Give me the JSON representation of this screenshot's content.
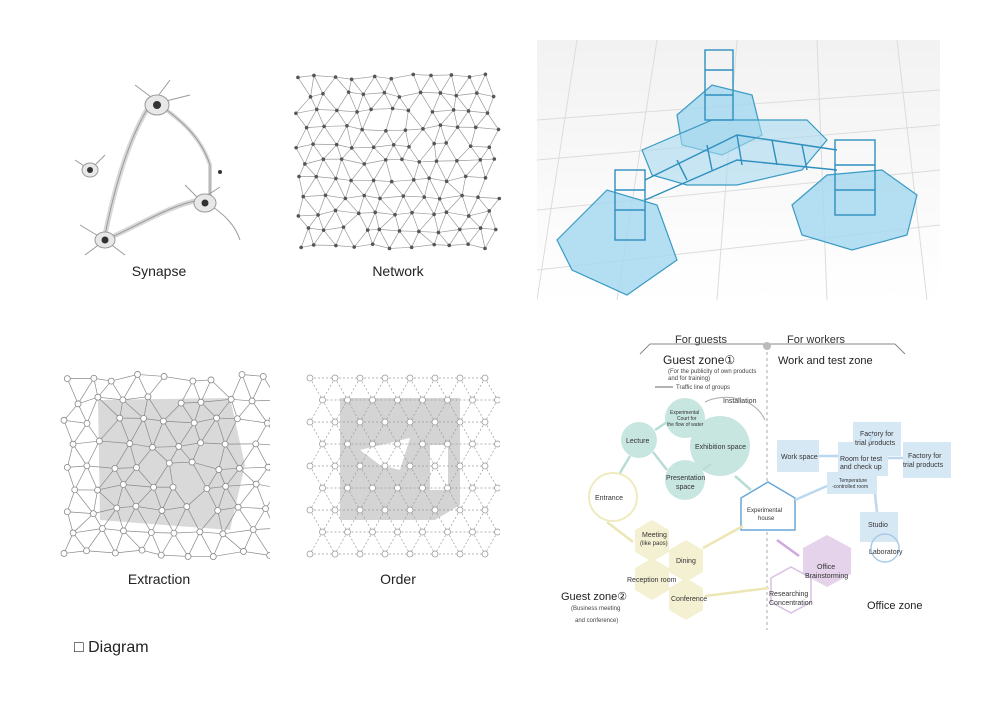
{
  "captions": {
    "synapse": "Synapse",
    "network": "Network",
    "extraction": "Extraction",
    "order": "Order"
  },
  "footer": "□ Diagram",
  "zoning": {
    "for_guests": "For guests",
    "for_workers": "For workers",
    "guest_zone_1": "Guest zone①",
    "guest_zone_1_note_1": "(For the publicity of own products",
    "guest_zone_1_note_2": "and for training)",
    "traffic_line": "Traffic line of groups",
    "work_test_zone": "Work and test zone",
    "installation": "Installation",
    "court_1": "Experimental",
    "court_2": "Court for",
    "court_3": "the flow of water",
    "lecture": "Lecture",
    "exhibition": "Exhibition space",
    "presentation_1": "Presentation",
    "presentation_2": "space",
    "entrance": "Entrance",
    "work_space": "Work space",
    "factory_top_1": "Factory for",
    "factory_top_2": "trial products",
    "room_test_1": "Room for test",
    "room_test_2": "and check up",
    "factory_right_1": "Factory for",
    "factory_right_2": "trial products",
    "temperature_1": "Temperature",
    "temperature_2": "-controlled room",
    "exp_house_1": "Experimental",
    "exp_house_2": "house",
    "studio": "Studio",
    "laboratory": "Laboratory",
    "meeting_1": "Meeting",
    "meeting_2": "(like paos)",
    "dining": "Dining",
    "reception": "Reception room",
    "conference": "Conference",
    "office_1": "Office",
    "office_2": "Brainstorming",
    "researching_1": "Researching",
    "researching_2": "Concentration",
    "guest_zone_2": "Guest zone②",
    "guest_zone_2_note_1": "(Business meeting",
    "guest_zone_2_note_2": "and conference)",
    "office_zone": "Office zone"
  },
  "colors": {
    "teal": "#c8e6e0",
    "blue": "#d7e8f5",
    "yellow": "#f4f0d2",
    "purple": "#e4d3ea",
    "glass": "#9fd3ea",
    "glass_edge": "#3a9bc4"
  }
}
